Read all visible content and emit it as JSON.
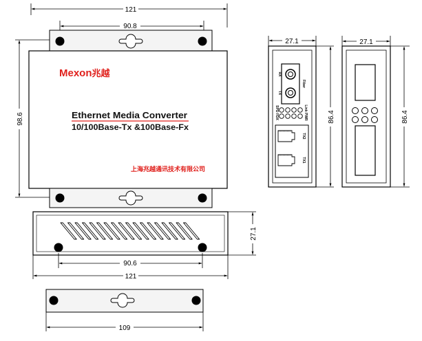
{
  "front_view": {
    "brand": "Mexon",
    "brand_cn": "兆越",
    "product_title": "Ethernet Media Converter",
    "product_subtitle": "10/100Base-Tx &100Base-Fx",
    "company_cn": "上海兆越通讯技术有限公司",
    "brand_color": "#e0201c",
    "dim_width": "121",
    "dim_hole_spacing": "90.8",
    "dim_height": "98.6"
  },
  "side_front_panel": {
    "dim_width": "27.1",
    "dim_height": "86.4",
    "rx_label": "RX",
    "tx_label": "TX",
    "fiber_label": "Fiber",
    "led_labels_left": "SPD FDX",
    "led_labels_right": "Link PWR",
    "tx2_label": "TX2",
    "tx1_label": "TX1"
  },
  "side_back_panel": {
    "dim_width": "27.1",
    "dim_height": "86.4"
  },
  "top_view": {
    "dim_height": "27.1",
    "dim_hole_spacing": "90.6",
    "dim_width": "121"
  },
  "bracket_view": {
    "dim_width": "109"
  }
}
